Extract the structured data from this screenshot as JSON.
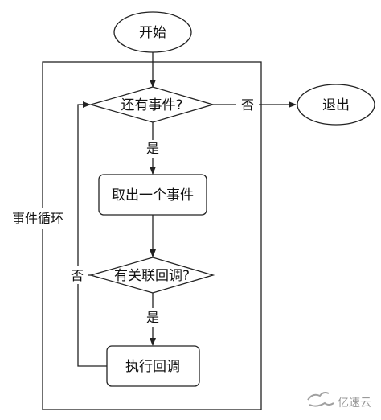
{
  "diagram": {
    "nodes": {
      "start": "开始",
      "has_event": "还有事件?",
      "exit": "退出",
      "take_event": "取出一个事件",
      "has_callback": "有关联回调?",
      "run_callback": "执行回调"
    },
    "edges": {
      "no_1": "否",
      "yes_1": "是",
      "no_2": "否",
      "yes_2": "是"
    },
    "loop_label": "事件循环"
  },
  "watermark": {
    "text": "亿速云",
    "icon": "yisu-cloud-logo"
  }
}
